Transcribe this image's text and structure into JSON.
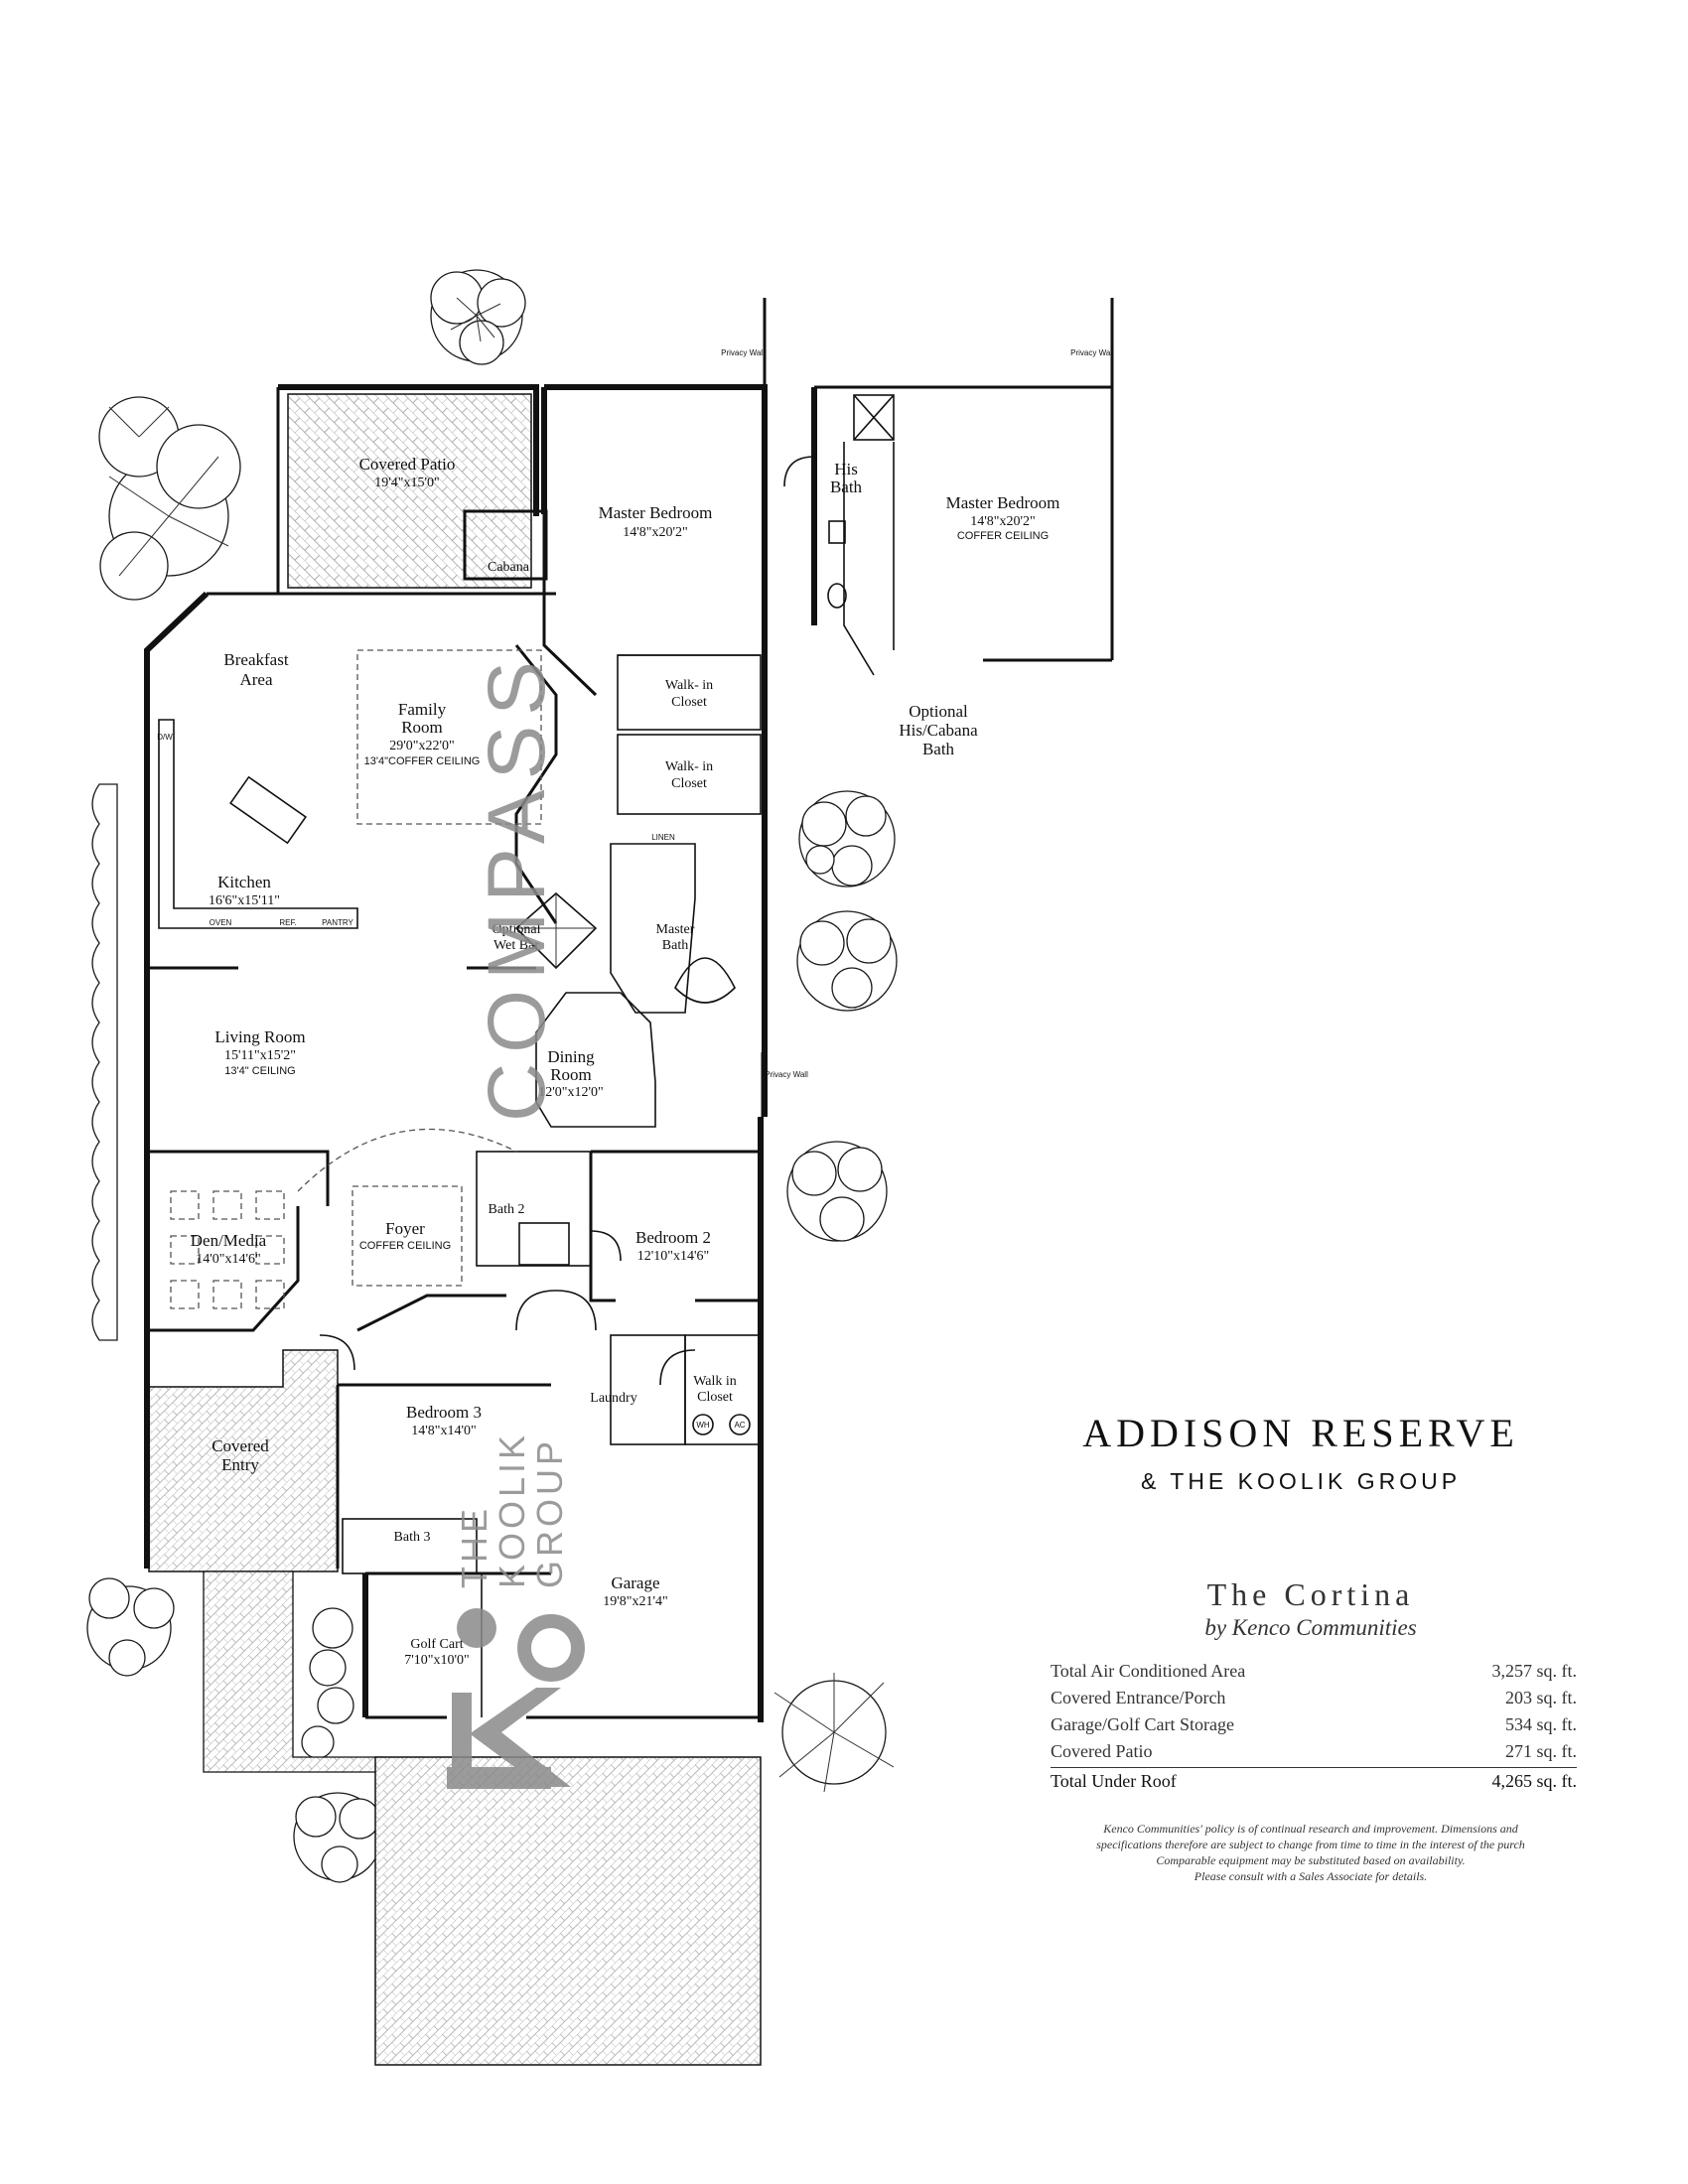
{
  "rooms": {
    "covered_patio": {
      "name": "Covered Patio",
      "dim": "19'4\"x15'0\""
    },
    "master_bedroom": {
      "name": "Master Bedroom",
      "dim": "14'8\"x20'2\""
    },
    "cabana": {
      "name": "Cabana"
    },
    "breakfast_area": {
      "name_line1": "Breakfast",
      "name_line2": "Area"
    },
    "family_room": {
      "name_line1": "Family",
      "name_line2": "Room",
      "dim": "29'0\"x22'0\"",
      "note": "13'4\"COFFER CEILING"
    },
    "walk_in_closet_1": {
      "name_line1": "Walk- in",
      "name_line2": "Closet"
    },
    "walk_in_closet_2": {
      "name_line1": "Walk- in",
      "name_line2": "Closet"
    },
    "kitchen": {
      "name": "Kitchen",
      "dim": "16'6\"x15'11\""
    },
    "optional_wet_bar": {
      "name_line1": "Optional",
      "name_line2": "Wet Bar"
    },
    "master_bath": {
      "name_line1": "Master",
      "name_line2": "Bath"
    },
    "living_room": {
      "name": "Living Room",
      "dim": "15'11\"x15'2\"",
      "note": "13'4\" CEILING"
    },
    "dining_room": {
      "name_line1": "Dining",
      "name_line2": "Room",
      "dim": "12'0\"x12'0\""
    },
    "den_media": {
      "name": "Den/Media",
      "dim": "14'0\"x14'6\""
    },
    "foyer": {
      "name": "Foyer",
      "note": "COFFER CEILING"
    },
    "bath_2": {
      "name": "Bath 2"
    },
    "bedroom_2": {
      "name": "Bedroom 2",
      "dim": "12'10\"x14'6\""
    },
    "covered_entry": {
      "name_line1": "Covered",
      "name_line2": "Entry"
    },
    "bedroom_3": {
      "name": "Bedroom 3",
      "dim": "14'8\"x14'0\""
    },
    "laundry": {
      "name": "Laundry"
    },
    "walk_in_closet_3": {
      "name_line1": "Walk in",
      "name_line2": "Closet"
    },
    "bath_3": {
      "name": "Bath 3"
    },
    "garage": {
      "name": "Garage",
      "dim": "19'8\"x21'4\""
    },
    "golf_cart": {
      "name": "Golf Cart",
      "dim": "7'10\"x10'0\""
    }
  },
  "fixtures": {
    "privacy_wall": "Privacy Wall",
    "oven": "OVEN",
    "ref": "REF.",
    "pantry": "PANTRY",
    "dw": "D/W",
    "linen": "LINEN",
    "wh": "WH",
    "ac": "AC"
  },
  "option": {
    "his_bath_line1": "His",
    "his_bath_line2": "Bath",
    "master_bedroom": "Master Bedroom",
    "master_dim": "14'8\"x20'2\"",
    "coffer": "COFFER CEILING",
    "caption_line1": "Optional",
    "caption_line2": "His/Cabana",
    "caption_line3": "Bath"
  },
  "watermark": {
    "compass": "COMPASS",
    "the": "THE",
    "koolik": "KOOLIK",
    "group": "GROUP"
  },
  "brand": {
    "title": "ADDISON RESERVE",
    "subtitle": "& THE KOOLIK GROUP"
  },
  "model": {
    "name": "The Cortina",
    "builder": "by Kenco Communities"
  },
  "areas": [
    {
      "label": "Total Air Conditioned Area",
      "value": "3,257 sq. ft."
    },
    {
      "label": "Covered Entrance/Porch",
      "value": "203 sq. ft."
    },
    {
      "label": "Garage/Golf Cart Storage",
      "value": "534 sq. ft."
    },
    {
      "label": "Covered Patio",
      "value": "271 sq. ft."
    }
  ],
  "area_total": {
    "label": "Total Under Roof",
    "value": "4,265 sq. ft."
  },
  "disclaimer": {
    "line1": "Kenco Communities' policy is of continual research and improvement. Dimensions and",
    "line2": "specifications therefore are subject to change from time to time in the interest of the purch",
    "line3": "Comparable equipment may be substituted based on availability.",
    "line4": "Please consult with a Sales Associate for details."
  },
  "colors": {
    "ink": "#111111",
    "watermark": "#8a8a8a",
    "paper": "#ffffff"
  }
}
